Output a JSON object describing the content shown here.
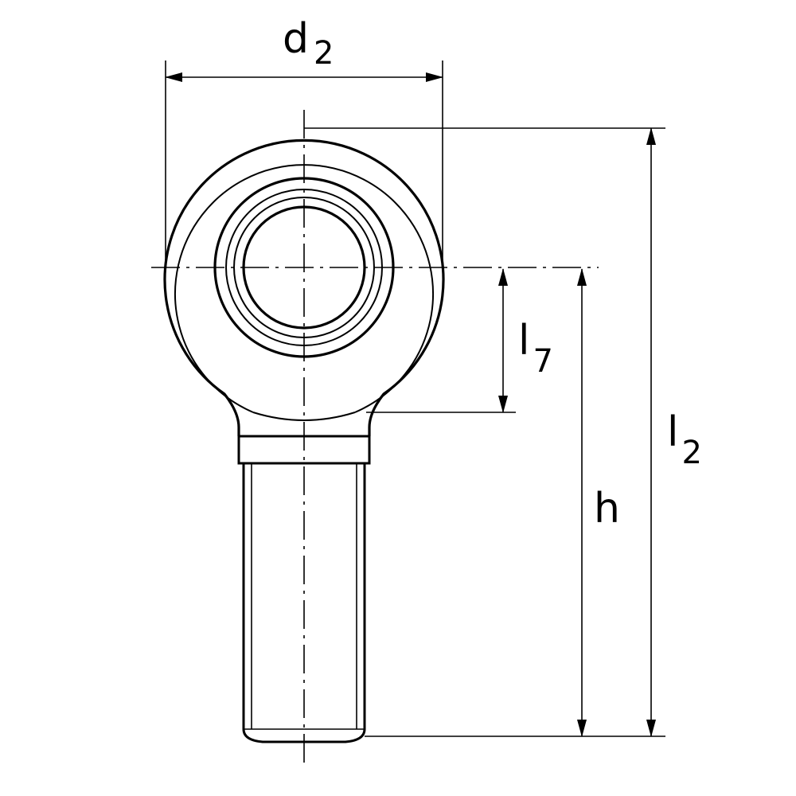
{
  "colors": {
    "line": "#000000",
    "background": "#ffffff"
  },
  "dimensions": {
    "d2": {
      "symbol": "d",
      "subscript": "2"
    },
    "l7": {
      "symbol": "l",
      "subscript": "7"
    },
    "l2": {
      "symbol": "l",
      "subscript": "2"
    },
    "h": {
      "symbol": "h",
      "subscript": ""
    }
  }
}
